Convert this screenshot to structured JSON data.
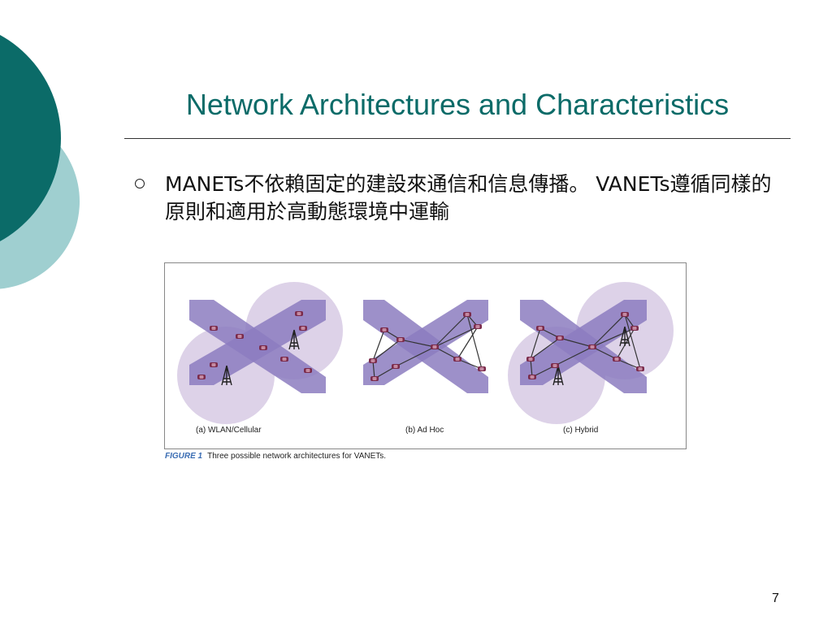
{
  "slide": {
    "title": "Network Architectures and Characteristics",
    "bullet": "MANETs不依賴固定的建設來通信和信息傳播。 VANETs遵循同樣的原則和適用於高動態環境中運輸",
    "page_number": "7"
  },
  "figure": {
    "panels": [
      {
        "caption": "(a) WLAN/Cellular"
      },
      {
        "caption": "(b) Ad Hoc"
      },
      {
        "caption": "(c) Hybrid"
      }
    ],
    "label": "FIGURE 1",
    "caption": "Three possible network architectures for VANETs."
  },
  "colors": {
    "accent_dark": "#0b6b68",
    "accent_light": "#9fcfd0",
    "road": "#8c7cbf",
    "coverage": "#d9cde6",
    "car": "#7a2a4a"
  },
  "icons": [
    "bullet-circle-icon",
    "tower-icon",
    "car-icon"
  ]
}
